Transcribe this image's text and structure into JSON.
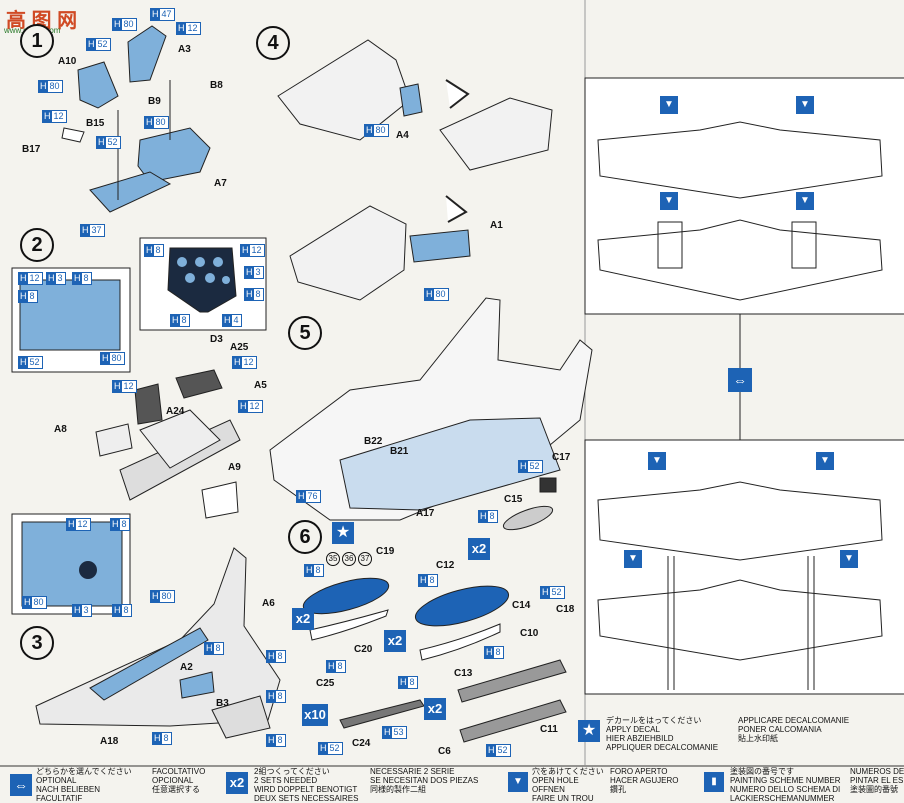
{
  "watermark": "高 图 网",
  "watermark_url": "www.gaotu.com",
  "steps": [
    "1",
    "2",
    "3",
    "4",
    "5",
    "6"
  ],
  "parts": {
    "a10": "A10",
    "a3": "A3",
    "b9": "B9",
    "b8": "B8",
    "b15": "B15",
    "b17": "B17",
    "a7": "A7",
    "d3": "D3",
    "a25": "A25",
    "a5": "A5",
    "a24": "A24",
    "a8": "A8",
    "a9": "A9",
    "a6": "A6",
    "a2": "A2",
    "b3": "B3",
    "a18": "A18",
    "a4": "A4",
    "a1": "A1",
    "b22": "B22",
    "b21": "B21",
    "a17": "A17",
    "c17": "C17",
    "c15": "C15",
    "c14": "C14",
    "c18": "C18",
    "c19": "C19",
    "c12": "C12",
    "c20": "C20",
    "c13": "C13",
    "c10": "C10",
    "c25": "C25",
    "c24": "C24",
    "c11": "C11",
    "c6": "C6"
  },
  "paint": {
    "h80": "80",
    "h47": "47",
    "h12": "12",
    "h52": "52",
    "h37": "37",
    "h8": "8",
    "h3": "3",
    "h4": "4",
    "h76": "76",
    "h53": "53",
    "letter": "H"
  },
  "multipliers": {
    "x2": "x2",
    "x10": "x10"
  },
  "decal_numbers": [
    "35",
    "36",
    "37"
  ],
  "legend": {
    "optional": "どちらかを選んでください\nOPTIONAL\nNACH BELIEBEN\nFACULTATIF",
    "optional2": "FACOLTATIVO\nOPCIONAL\n任意選択する",
    "two_sets": "2組つくってください\n2 SETS NEEDED\nWIRD DOPPELT BENOTIGT\nDEUX SETS NECESSAIRES",
    "two_sets2": "NECESSARIE 2 SERIE\nSE NECESITAN DOS PIEZAS\n同様的製作二組",
    "open_hole": "穴をあけてください\nOPEN HOLE\nOFFNEN\nFAIRE UN TROU",
    "open_hole2": "FORO APERTO\nHACER AGUJERO\n鑽孔",
    "paint_scheme": "塗装図の番号です\nPAINTING SCHEME NUMBER\nNUMERO DELLO SCHEMA DI\nLACKIERSCHEMANUMMER",
    "paint_scheme2": "NUMEROS DE\nPINTAR EL ES\n塗装圖的番號",
    "apply_decal": "デカールをはってください\nAPPLY DECAL\nHIER ABZIEHBILD\nAPPLIQUER DECALCOMANIE",
    "apply_decal2": "APPLICARE DECALCOMANIE\nPONER CALCOMANIA\n貼上水印紙"
  },
  "colors": {
    "accent": "#1d63b5",
    "part_fill": "#7fb0da",
    "paper": "#f4f3ee"
  }
}
